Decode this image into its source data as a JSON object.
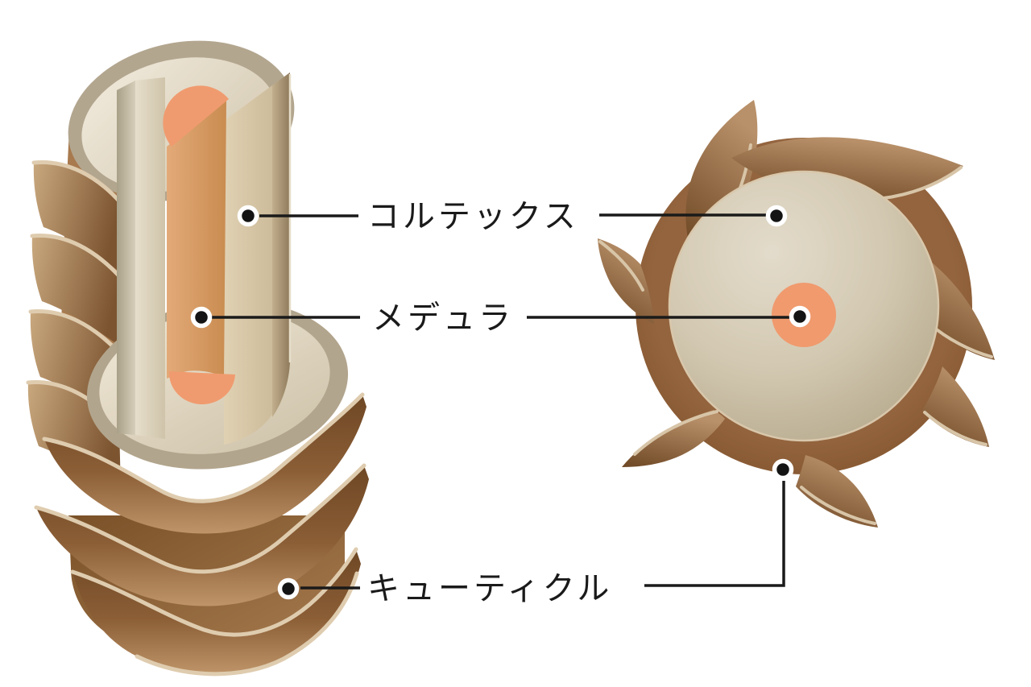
{
  "figure": {
    "title": "hair-shaft-structure-diagram",
    "background": "#ffffff",
    "labels": {
      "cortex": "コルテックス",
      "medulla": "メデュラ",
      "cuticle": "キューティクル"
    },
    "views": {
      "left": "hair-shaft-3d-cutaway",
      "right": "hair-shaft-cross-section"
    },
    "colors": {
      "medulla_orange": "#F09A6E",
      "medulla_strip": "#CC8F55",
      "cortex_cream": "#D5CAB3",
      "cortex_face": "#DCCDAE",
      "cuticle_brown": "#8A5C36",
      "cuticle_dark": "#6E4724",
      "scale_edge_cream": "#DCC8AB",
      "rim_gray_tan": "#B3A68F",
      "leader_line": "#1A1A1A",
      "label_text": "#1A1A1A",
      "marker_dot": "#141414",
      "marker_ring": "#FFFFFF"
    }
  }
}
